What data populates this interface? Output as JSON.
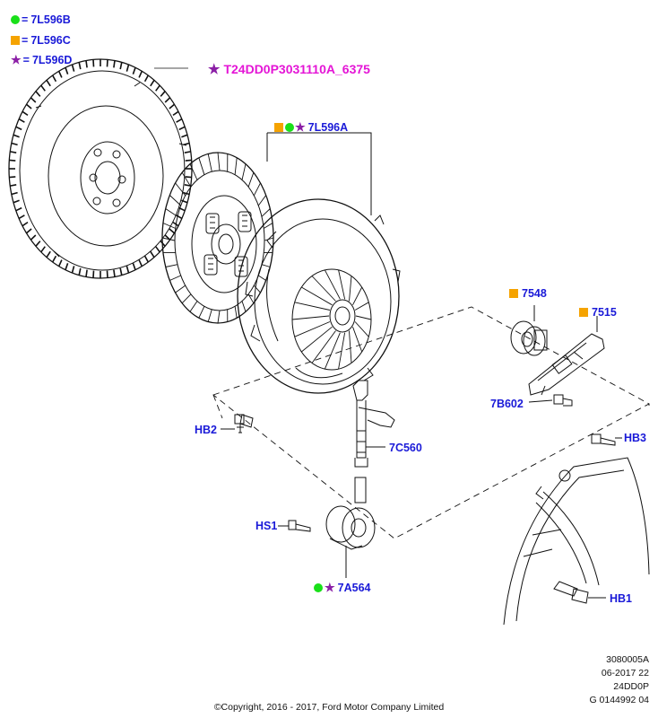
{
  "legend": [
    {
      "symbol": "green-circle",
      "code": "7L596B"
    },
    {
      "symbol": "orange-square",
      "code": "7L596C"
    },
    {
      "symbol": "purple-star",
      "code": "7L596D"
    }
  ],
  "equals_sign": "=",
  "reference_code": "T24DD0P3031110A_6375",
  "callouts": {
    "clutch_kit": "7L596A",
    "release_bearing": "7548",
    "release_fork": "7515",
    "fork_bolt": "7B602",
    "bolt_hb2": "HB2",
    "bolt_hb3": "HB3",
    "hydraulic_line": "7C560",
    "bolt_hs1": "HS1",
    "slave_cylinder": "7A564",
    "bolt_hb1": "HB1"
  },
  "meta": {
    "line1": "3080005A",
    "line2": "06-2017 22",
    "line3": "24DD0P",
    "line4": "G 0144992 04"
  },
  "copyright": "©Copyright, 2016 - 2017, Ford Motor Company Limited",
  "colors": {
    "label_blue": "#1a1ad8",
    "reference_magenta": "#e415d6",
    "star_purple": "#8b1fa6",
    "circle_green": "#19e019",
    "square_orange": "#f5a300"
  }
}
